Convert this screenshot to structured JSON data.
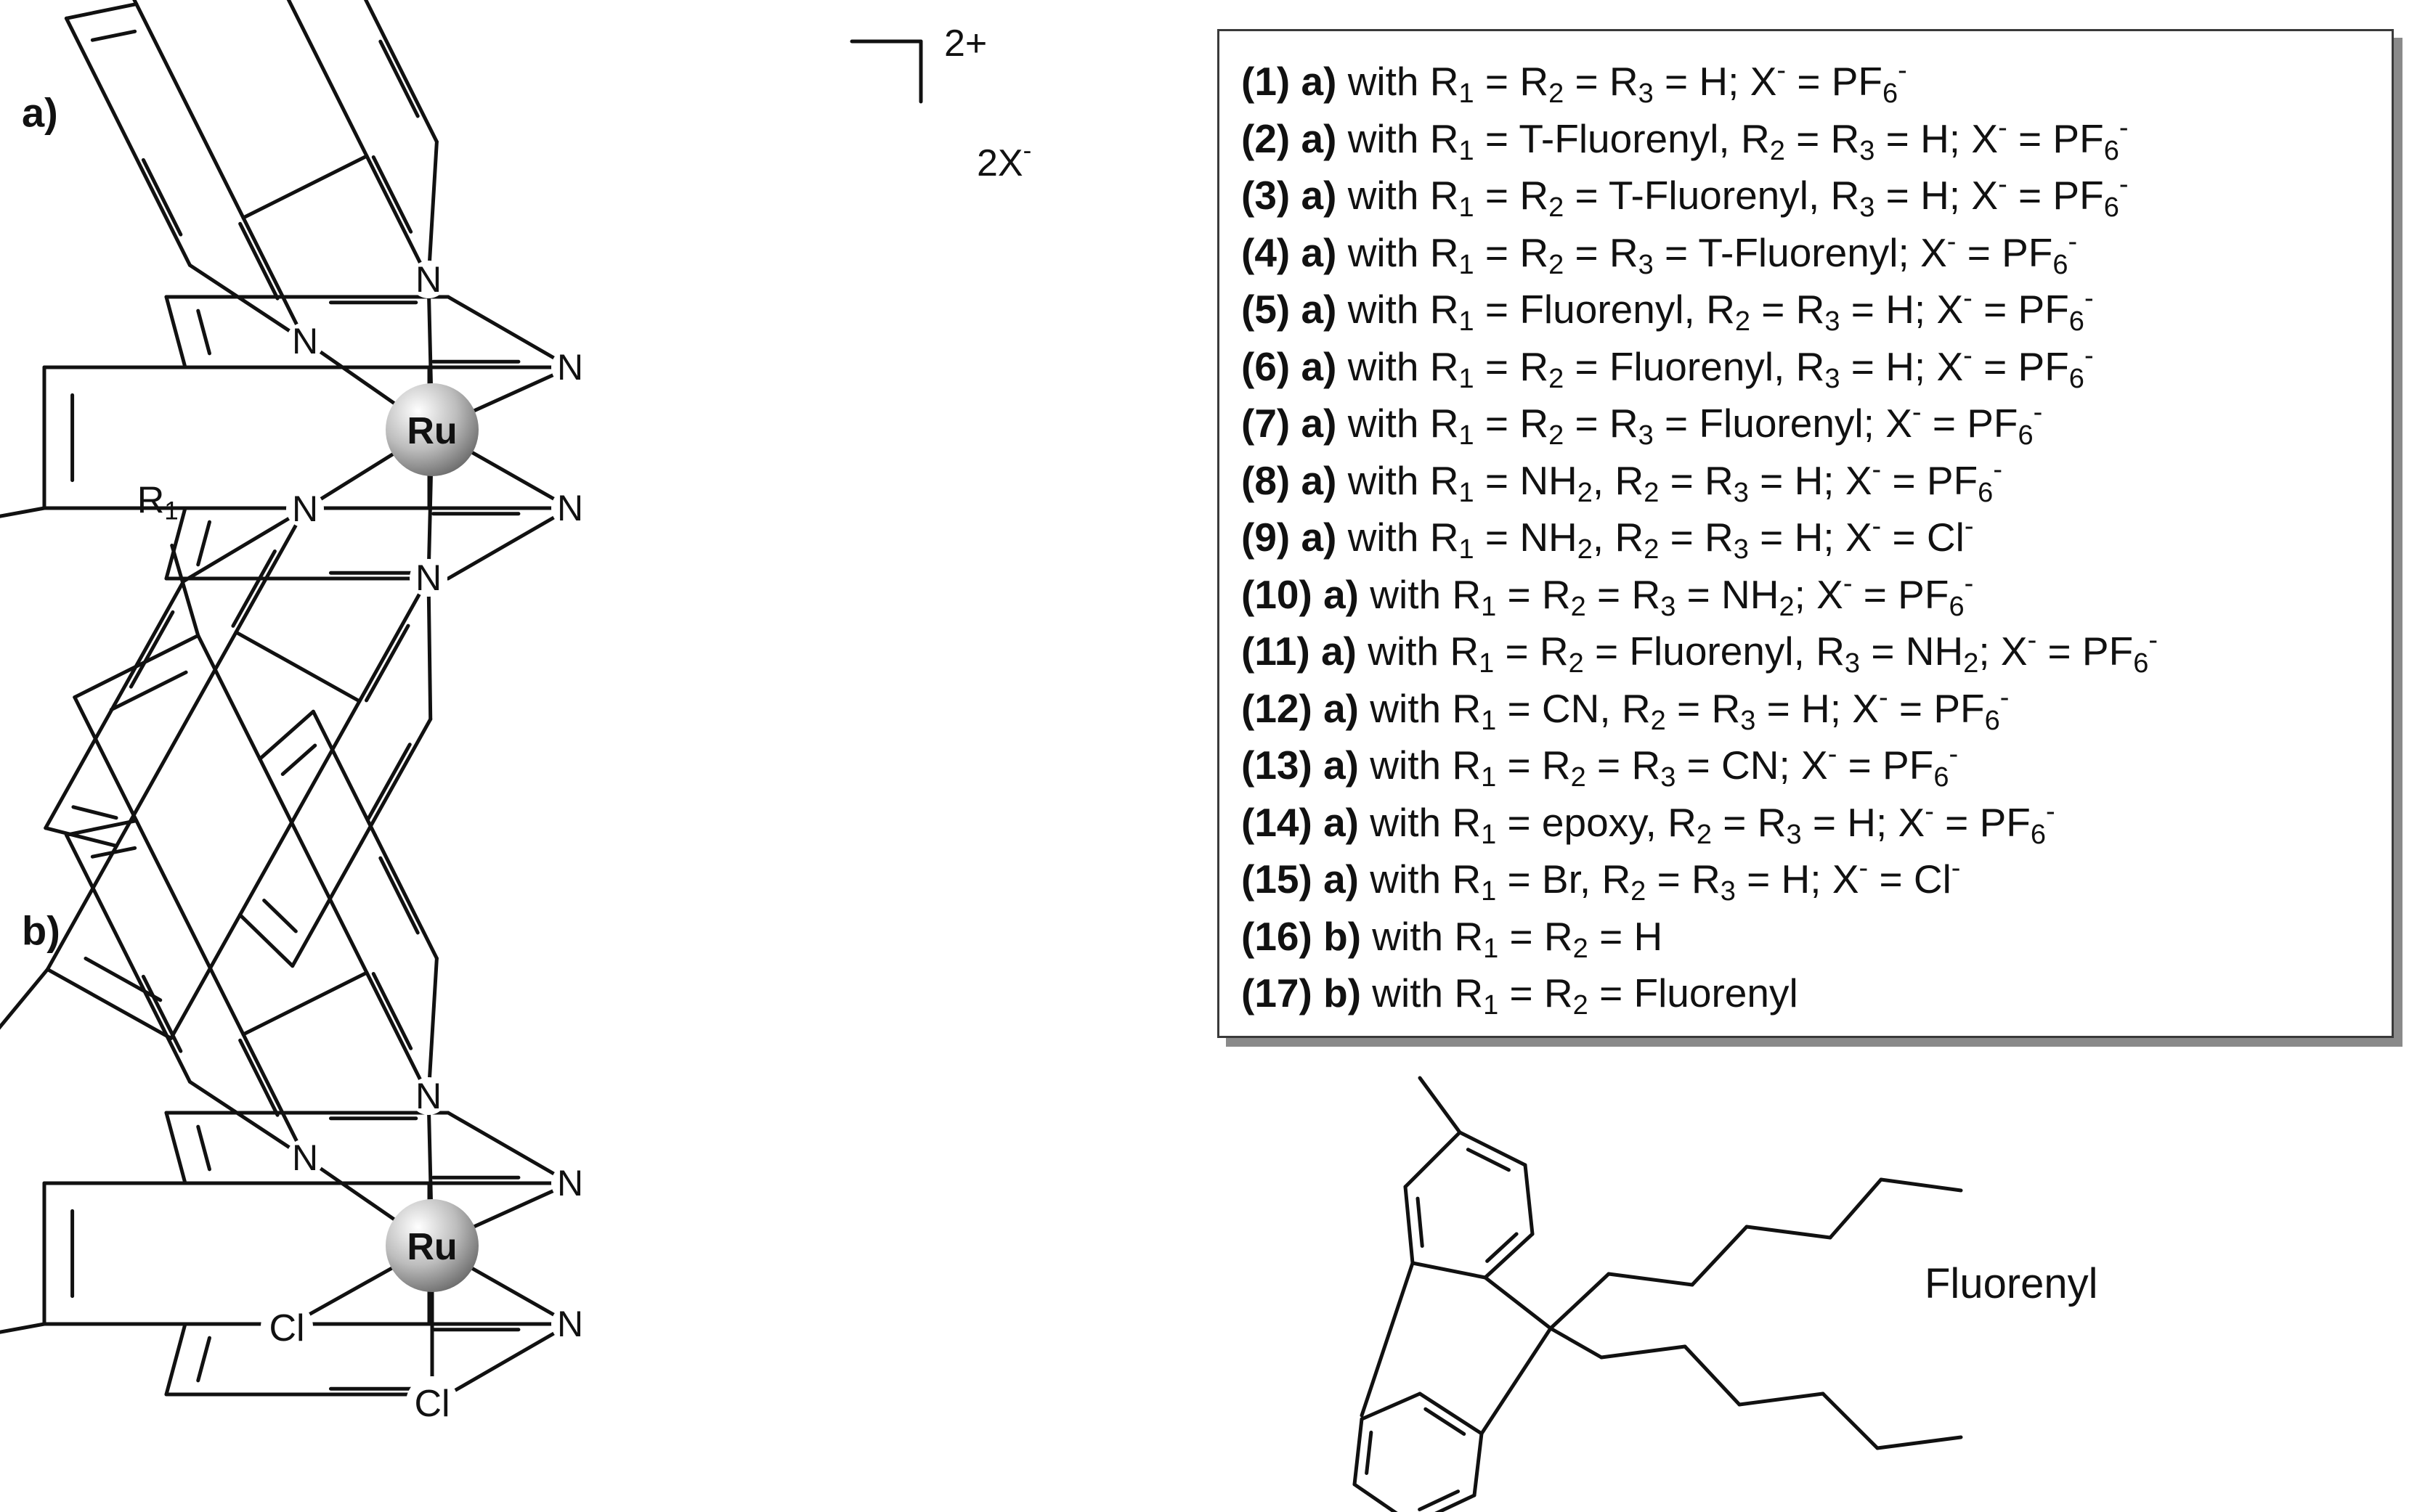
{
  "panels": {
    "a": "a)",
    "b": "b)"
  },
  "metal": "Ru",
  "charge": "2+",
  "counterion": {
    "main": "2X",
    "sup": "-"
  },
  "nitrogen": "N",
  "chloride": "Cl",
  "substituents": {
    "r1": {
      "main": "R",
      "sub": "1"
    },
    "r2": {
      "main": "R",
      "sub": "2"
    },
    "r3": {
      "main": "R",
      "sub": "3"
    }
  },
  "fluorenyl_label": "Fluorenyl",
  "legend": [
    {
      "num": "(1)",
      "type": "a)",
      "parts": [
        [
          "t",
          " with R"
        ],
        [
          "sub",
          "1"
        ],
        [
          "t",
          " = R"
        ],
        [
          "sub",
          "2"
        ],
        [
          "t",
          " = R"
        ],
        [
          "sub",
          "3"
        ],
        [
          "t",
          " = H; X"
        ],
        [
          "sup",
          "-"
        ],
        [
          "t",
          " = PF"
        ],
        [
          "sub",
          "6"
        ],
        [
          "sup",
          "-"
        ]
      ]
    },
    {
      "num": "(2)",
      "type": "a)",
      "parts": [
        [
          "t",
          " with R"
        ],
        [
          "sub",
          "1"
        ],
        [
          "t",
          " = T-Fluorenyl, R"
        ],
        [
          "sub",
          "2"
        ],
        [
          "t",
          " = R"
        ],
        [
          "sub",
          "3"
        ],
        [
          "t",
          " = H; X"
        ],
        [
          "sup",
          "-"
        ],
        [
          "t",
          " = PF"
        ],
        [
          "sub",
          "6"
        ],
        [
          "sup",
          "-"
        ]
      ]
    },
    {
      "num": "(3)",
      "type": "a)",
      "parts": [
        [
          "t",
          " with R"
        ],
        [
          "sub",
          "1"
        ],
        [
          "t",
          " = R"
        ],
        [
          "sub",
          "2"
        ],
        [
          "t",
          " = T-Fluorenyl, R"
        ],
        [
          "sub",
          "3"
        ],
        [
          "t",
          " = H; X"
        ],
        [
          "sup",
          "-"
        ],
        [
          "t",
          " = PF"
        ],
        [
          "sub",
          "6"
        ],
        [
          "sup",
          "-"
        ]
      ]
    },
    {
      "num": "(4)",
      "type": "a)",
      "parts": [
        [
          "t",
          " with R"
        ],
        [
          "sub",
          "1"
        ],
        [
          "t",
          " = R"
        ],
        [
          "sub",
          "2"
        ],
        [
          "t",
          " = R"
        ],
        [
          "sub",
          "3"
        ],
        [
          "t",
          " = T-Fluorenyl; X"
        ],
        [
          "sup",
          "-"
        ],
        [
          "t",
          " = PF"
        ],
        [
          "sub",
          "6"
        ],
        [
          "sup",
          "-"
        ]
      ]
    },
    {
      "num": "(5)",
      "type": "a)",
      "parts": [
        [
          "t",
          " with R"
        ],
        [
          "sub",
          "1"
        ],
        [
          "t",
          " = Fluorenyl, R"
        ],
        [
          "sub",
          "2"
        ],
        [
          "t",
          " = R"
        ],
        [
          "sub",
          "3"
        ],
        [
          "t",
          " = H; X"
        ],
        [
          "sup",
          "-"
        ],
        [
          "t",
          " = PF"
        ],
        [
          "sub",
          "6"
        ],
        [
          "sup",
          "-"
        ]
      ]
    },
    {
      "num": "(6)",
      "type": "a)",
      "parts": [
        [
          "t",
          " with R"
        ],
        [
          "sub",
          "1"
        ],
        [
          "t",
          " = R"
        ],
        [
          "sub",
          "2"
        ],
        [
          "t",
          " =  Fluorenyl, R"
        ],
        [
          "sub",
          "3"
        ],
        [
          "t",
          " = H; X"
        ],
        [
          "sup",
          "-"
        ],
        [
          "t",
          " = PF"
        ],
        [
          "sub",
          "6"
        ],
        [
          "sup",
          "-"
        ]
      ]
    },
    {
      "num": "(7)",
      "type": "a)",
      "parts": [
        [
          "t",
          " with R"
        ],
        [
          "sub",
          "1"
        ],
        [
          "t",
          " = R"
        ],
        [
          "sub",
          "2"
        ],
        [
          "t",
          " = R"
        ],
        [
          "sub",
          "3"
        ],
        [
          "t",
          " = Fluorenyl; X"
        ],
        [
          "sup",
          "-"
        ],
        [
          "t",
          " = PF"
        ],
        [
          "sub",
          "6"
        ],
        [
          "sup",
          "-"
        ]
      ]
    },
    {
      "num": "(8)",
      "type": "a)",
      "parts": [
        [
          "t",
          " with R"
        ],
        [
          "sub",
          "1"
        ],
        [
          "t",
          " = NH"
        ],
        [
          "sub",
          "2"
        ],
        [
          "t",
          ", R"
        ],
        [
          "sub",
          "2"
        ],
        [
          "t",
          " = R"
        ],
        [
          "sub",
          "3"
        ],
        [
          "t",
          " = H; X"
        ],
        [
          "sup",
          "-"
        ],
        [
          "t",
          " = PF"
        ],
        [
          "sub",
          "6"
        ],
        [
          "sup",
          "-"
        ]
      ]
    },
    {
      "num": "(9)",
      "type": "a)",
      "parts": [
        [
          "t",
          " with R"
        ],
        [
          "sub",
          "1"
        ],
        [
          "t",
          " = NH"
        ],
        [
          "sub",
          "2"
        ],
        [
          "t",
          ", R"
        ],
        [
          "sub",
          "2"
        ],
        [
          "t",
          " = R"
        ],
        [
          "sub",
          "3"
        ],
        [
          "t",
          " = H; X"
        ],
        [
          "sup",
          "-"
        ],
        [
          "t",
          " = Cl"
        ],
        [
          "sup",
          "-"
        ]
      ]
    },
    {
      "num": "(10)",
      "type": "a)",
      "parts": [
        [
          "t",
          " with R"
        ],
        [
          "sub",
          "1"
        ],
        [
          "t",
          " = R"
        ],
        [
          "sub",
          "2"
        ],
        [
          "t",
          " = R"
        ],
        [
          "sub",
          "3"
        ],
        [
          "t",
          " = NH"
        ],
        [
          "sub",
          "2"
        ],
        [
          "t",
          "; X"
        ],
        [
          "sup",
          "-"
        ],
        [
          "t",
          " = PF"
        ],
        [
          "sub",
          "6"
        ],
        [
          "sup",
          "-"
        ]
      ]
    },
    {
      "num": "(11)",
      "type": "a)",
      "parts": [
        [
          "t",
          " with R"
        ],
        [
          "sub",
          "1"
        ],
        [
          "t",
          " = R"
        ],
        [
          "sub",
          "2"
        ],
        [
          "t",
          " = Fluorenyl, R"
        ],
        [
          "sub",
          "3"
        ],
        [
          "t",
          " = NH"
        ],
        [
          "sub",
          "2"
        ],
        [
          "t",
          "; X"
        ],
        [
          "sup",
          "-"
        ],
        [
          "t",
          " = PF"
        ],
        [
          "sub",
          "6"
        ],
        [
          "sup",
          "-"
        ]
      ]
    },
    {
      "num": "(12)",
      "type": "a)",
      "parts": [
        [
          "t",
          " with R"
        ],
        [
          "sub",
          "1"
        ],
        [
          "t",
          " = CN, R"
        ],
        [
          "sub",
          "2"
        ],
        [
          "t",
          " = R"
        ],
        [
          "sub",
          "3"
        ],
        [
          "t",
          " = H; X"
        ],
        [
          "sup",
          "-"
        ],
        [
          "t",
          " = PF"
        ],
        [
          "sub",
          "6"
        ],
        [
          "sup",
          "-"
        ]
      ]
    },
    {
      "num": "(13)",
      "type": "a)",
      "parts": [
        [
          "t",
          " with R"
        ],
        [
          "sub",
          "1"
        ],
        [
          "t",
          " = R"
        ],
        [
          "sub",
          "2"
        ],
        [
          "t",
          " = R"
        ],
        [
          "sub",
          "3"
        ],
        [
          "t",
          " = CN; X"
        ],
        [
          "sup",
          "-"
        ],
        [
          "t",
          " = PF"
        ],
        [
          "sub",
          "6"
        ],
        [
          "sup",
          "-"
        ]
      ]
    },
    {
      "num": "(14)",
      "type": "a)",
      "parts": [
        [
          "t",
          " with R"
        ],
        [
          "sub",
          "1"
        ],
        [
          "t",
          " = epoxy, R"
        ],
        [
          "sub",
          "2"
        ],
        [
          "t",
          " = R"
        ],
        [
          "sub",
          "3"
        ],
        [
          "t",
          " = H; X"
        ],
        [
          "sup",
          "-"
        ],
        [
          "t",
          " = PF"
        ],
        [
          "sub",
          "6"
        ],
        [
          "sup",
          "-"
        ]
      ]
    },
    {
      "num": "(15)",
      "type": "a)",
      "parts": [
        [
          "t",
          " with R"
        ],
        [
          "sub",
          "1"
        ],
        [
          "t",
          " = Br, R"
        ],
        [
          "sub",
          "2"
        ],
        [
          "t",
          " = R"
        ],
        [
          "sub",
          "3"
        ],
        [
          "t",
          " = H; X"
        ],
        [
          "sup",
          "-"
        ],
        [
          "t",
          " = Cl"
        ],
        [
          "sup",
          "-"
        ]
      ]
    },
    {
      "num": "(16)",
      "type": "b)",
      "parts": [
        [
          "t",
          " with R"
        ],
        [
          "sub",
          "1"
        ],
        [
          "t",
          " = R"
        ],
        [
          "sub",
          "2"
        ],
        [
          "t",
          " = H"
        ]
      ]
    },
    {
      "num": "(17)",
      "type": "b)",
      "parts": [
        [
          "t",
          " with R"
        ],
        [
          "sub",
          "1"
        ],
        [
          "t",
          " = R"
        ],
        [
          "sub",
          "2"
        ],
        [
          "t",
          " = Fluorenyl"
        ]
      ]
    }
  ]
}
